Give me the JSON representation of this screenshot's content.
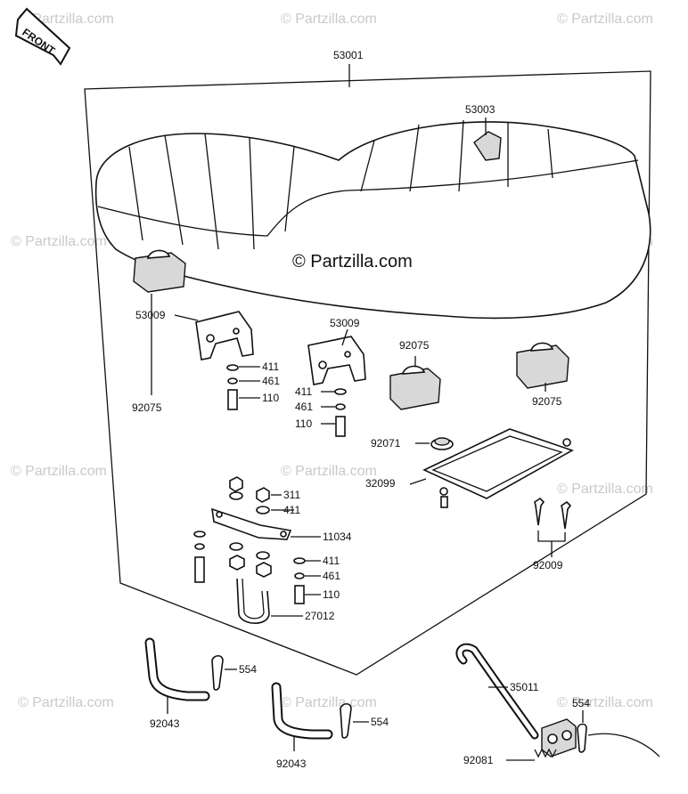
{
  "watermark": "© Partzilla.com",
  "front_label": "FRONT",
  "brand_watermark": "© Partzilla.com",
  "parts": {
    "seat": "53001",
    "strap_cover": "53003",
    "bracket_left": "53009",
    "bracket_right": "53009",
    "damper_front_left": "92075",
    "damper_mid": "92075",
    "damper_right": "92075",
    "washer_411_a": "411",
    "washer_461_a": "461",
    "bolt_110_a": "110",
    "washer_411_b": "411",
    "washer_461_b": "461",
    "bolt_110_b": "110",
    "grommet": "92071",
    "tray": "32099",
    "screws": "92009",
    "nut_311": "311",
    "washer_411_c": "411",
    "bracket_11034": "11034",
    "washer_411_d": "411",
    "washer_461_d": "461",
    "bolt_110_d": "110",
    "u_bolt": "27012",
    "pin_left": "554",
    "pin_mid": "554",
    "pin_right": "554",
    "tube_left": "92043",
    "tube_mid": "92043",
    "hook": "35011",
    "spring": "92081"
  }
}
